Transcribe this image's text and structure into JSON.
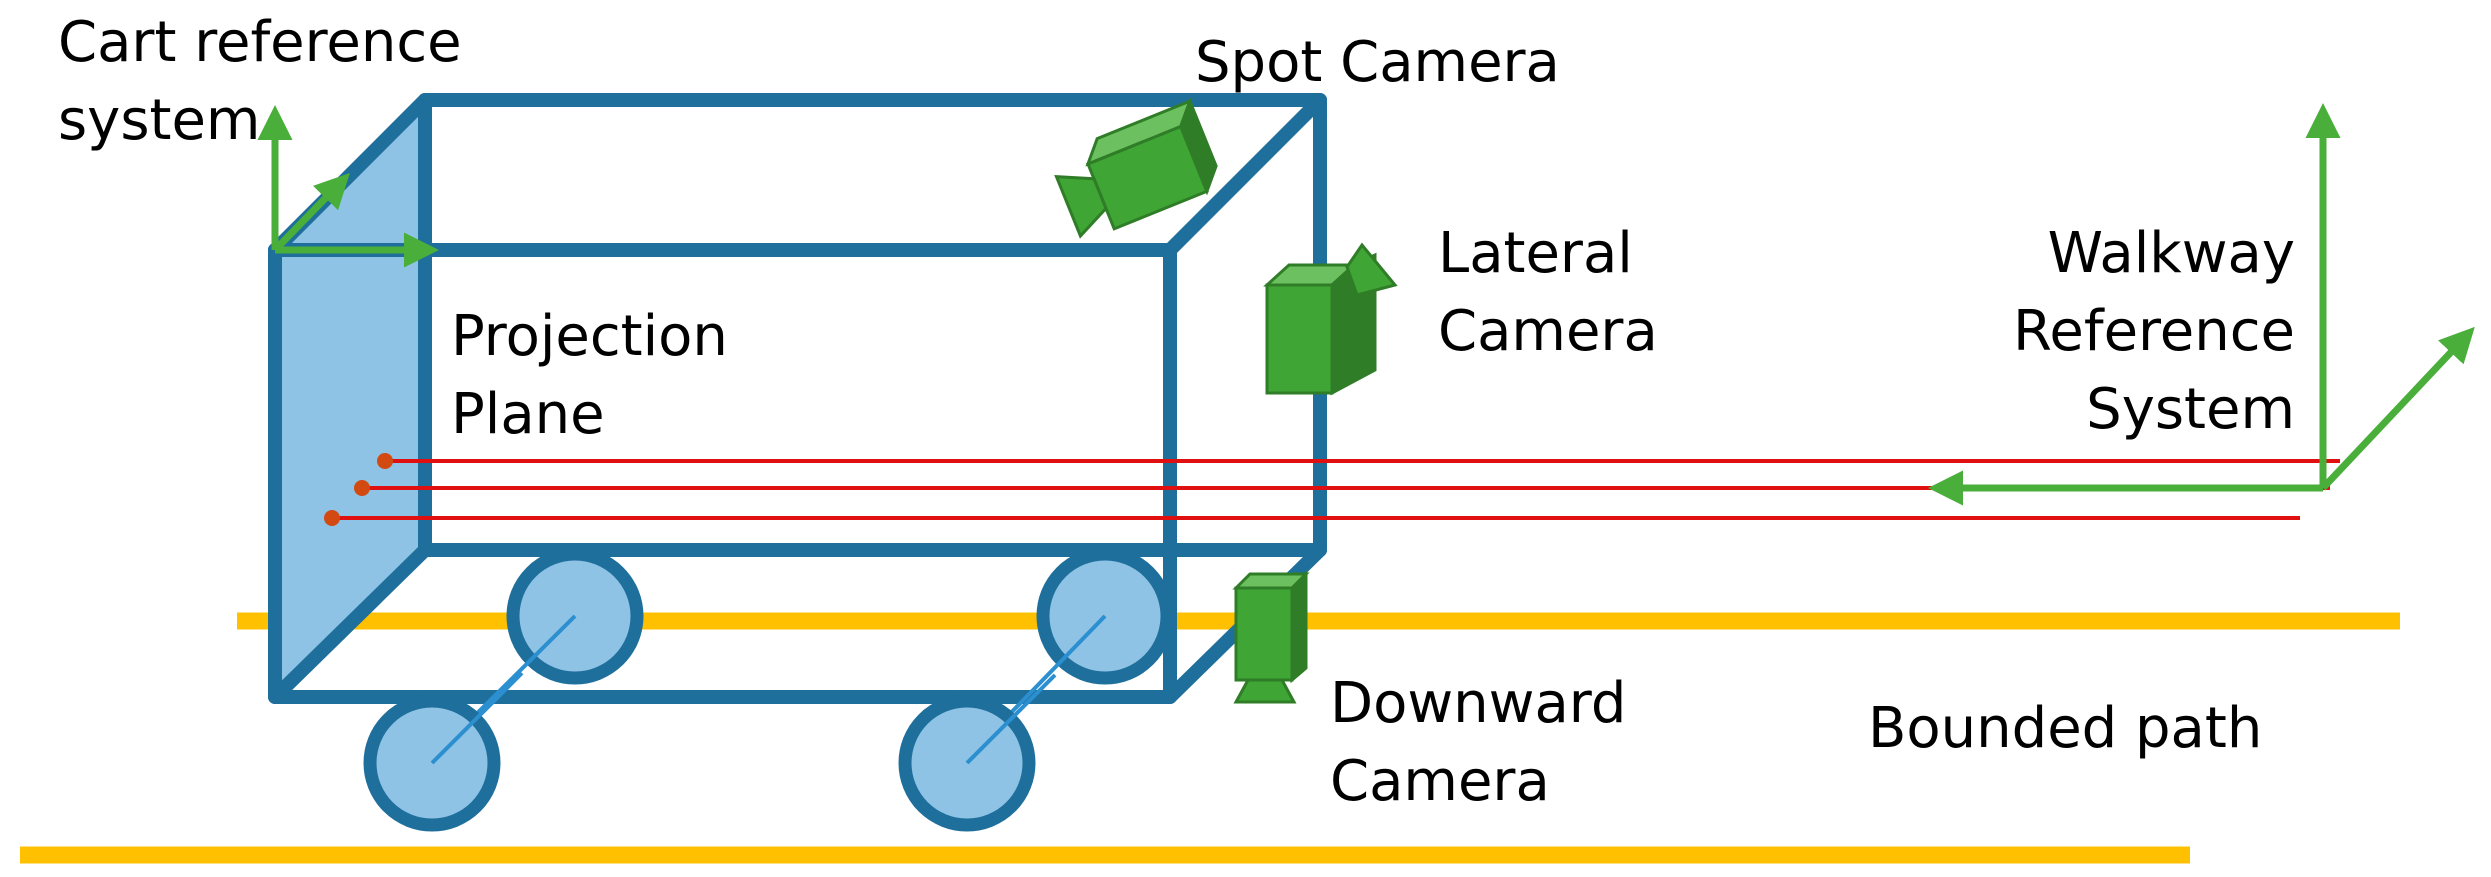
{
  "labels": {
    "cart_reference": [
      "Cart reference",
      "system"
    ],
    "spot_camera": "Spot Camera",
    "lateral_camera": [
      "Lateral",
      "Camera"
    ],
    "walkway_reference": [
      "Walkway",
      "Reference",
      "System"
    ],
    "projection_plane": [
      "Projection",
      "Plane"
    ],
    "downward_camera": [
      "Downward",
      "Camera"
    ],
    "bounded_path": "Bounded path"
  },
  "colors": {
    "cart_frame": "#1f6f9c",
    "cart_fill": "#8ec3e6",
    "axis_arrow": "#4aae3a",
    "camera_body": "#3fa535",
    "camera_light": "#6cc05f",
    "camera_dark": "#2f7d27",
    "laser_line": "#e01010",
    "laser_dot": "#d24a12",
    "path_line": "#ffc000",
    "wheel_fill": "#8ec3e6",
    "axle": "#2b8fd0"
  },
  "icons": [
    "spot-camera-icon",
    "lateral-camera-icon",
    "downward-camera-icon"
  ]
}
